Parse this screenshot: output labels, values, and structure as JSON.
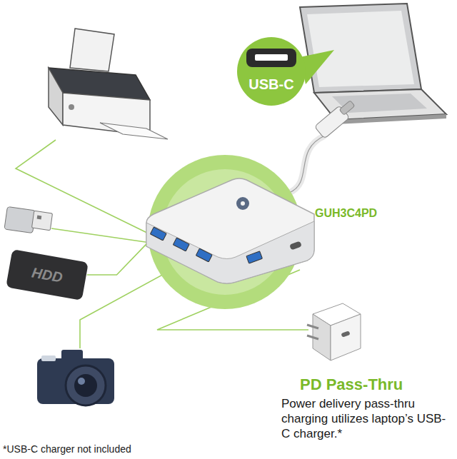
{
  "diagram": {
    "nodes": [
      {
        "text": [
          "USB-C"
        ]
      },
      {
        "text": [
          "GUH3C4PD"
        ]
      },
      {
        "text": [
          "HDD"
        ]
      }
    ],
    "edges": [
      {
        "from": 2,
        "to": 1,
        "arrow": "none"
      }
    ],
    "labels": [
      "PD Pass-Thru",
      "Power delivery pass-thru charging utilizes laptop’s USB-C charger.*",
      "*USB-C charger not included"
    ]
  }
}
